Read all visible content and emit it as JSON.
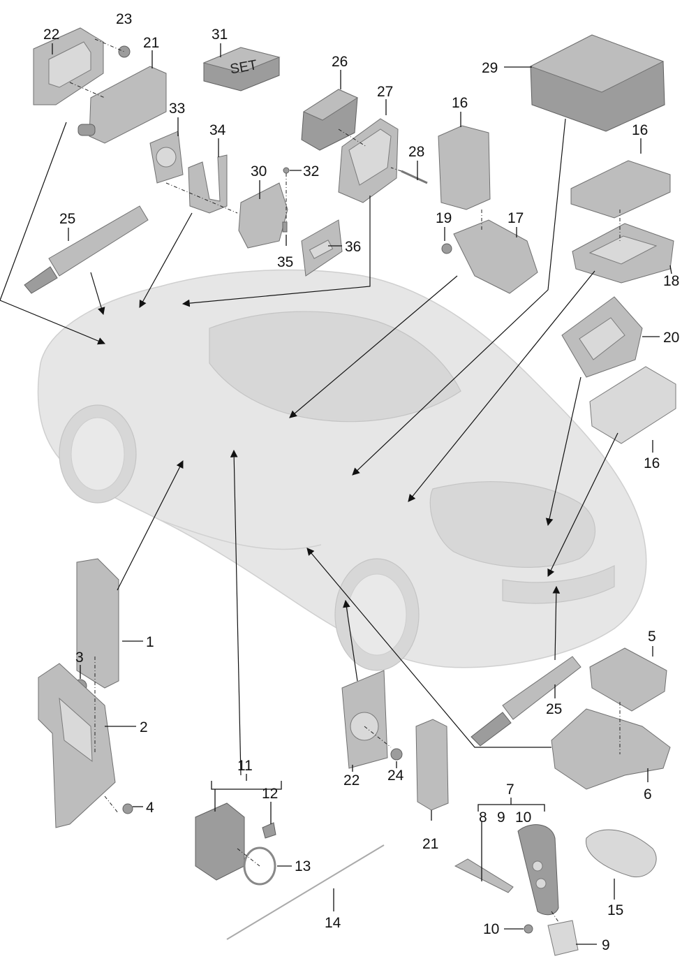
{
  "callouts": {
    "c1": "1",
    "c2": "2",
    "c3": "3",
    "c4": "4",
    "c5": "5",
    "c6": "6",
    "c7": "7",
    "c8": "8",
    "c9a": "9",
    "c9b": "9",
    "c10a": "10",
    "c10b": "10",
    "c11": "11",
    "c12": "12",
    "c13": "13",
    "c14": "14",
    "c15": "15",
    "c16a": "16",
    "c16b": "16",
    "c16c": "16",
    "c17": "17",
    "c18": "18",
    "c19": "19",
    "c20": "20",
    "c21a": "21",
    "c21b": "21",
    "c22a": "22",
    "c22b": "22",
    "c23": "23",
    "c24": "24",
    "c25a": "25",
    "c25b": "25",
    "c26": "26",
    "c27": "27",
    "c28": "28",
    "c29": "29",
    "c30": "30",
    "c31": "31",
    "c32": "32",
    "c33": "33",
    "c34": "34",
    "c35": "35",
    "c36": "36"
  },
  "set_label": "SET",
  "colors": {
    "part": "#bdbdbd",
    "part_dark": "#9c9c9c",
    "ghost_car": "#e6e6e6",
    "lines": "#111111"
  }
}
